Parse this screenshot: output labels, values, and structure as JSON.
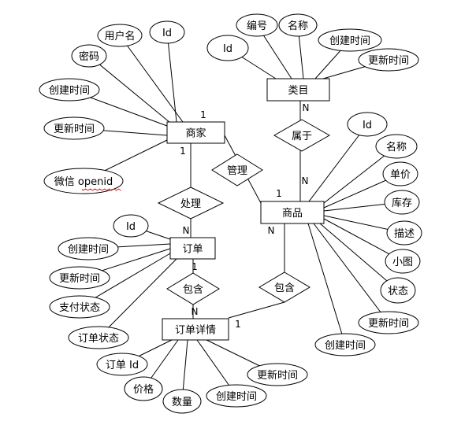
{
  "entities": [
    {
      "name": "类目"
    },
    {
      "name": "商家"
    },
    {
      "name": "商品"
    },
    {
      "name": "订单"
    },
    {
      "name": "订单详情"
    }
  ],
  "relationships": [
    {
      "name": "属于",
      "from": "类目",
      "to": "商品"
    },
    {
      "name": "管理",
      "from": "商家",
      "to": "商品"
    },
    {
      "name": "处理",
      "from": "商家",
      "to": "订单"
    },
    {
      "name": "包含",
      "from": "订单",
      "to": "订单详情"
    },
    {
      "name": "包含",
      "from": "商品",
      "to": "订单详情"
    }
  ],
  "attributes": [
    {
      "label": "用户名",
      "entity": "商家"
    },
    {
      "label": "Id",
      "entity": "商家"
    },
    {
      "label": "密码",
      "entity": "商家"
    },
    {
      "label": "创建时间",
      "entity": "商家"
    },
    {
      "label": "更新时间",
      "entity": "商家"
    },
    {
      "label": "微信 openid",
      "entity": "商家"
    },
    {
      "label": "编号",
      "entity": "类目"
    },
    {
      "label": "名称",
      "entity": "类目"
    },
    {
      "label": "创建时间",
      "entity": "类目"
    },
    {
      "label": "更新时间",
      "entity": "类目"
    },
    {
      "label": "Id",
      "entity": "类目"
    },
    {
      "label": "Id",
      "entity": "商品"
    },
    {
      "label": "名称",
      "entity": "商品"
    },
    {
      "label": "单价",
      "entity": "商品"
    },
    {
      "label": "库存",
      "entity": "商品"
    },
    {
      "label": "描述",
      "entity": "商品"
    },
    {
      "label": "小图",
      "entity": "商品"
    },
    {
      "label": "状态",
      "entity": "商品"
    },
    {
      "label": "更新时间",
      "entity": "商品"
    },
    {
      "label": "创建时间",
      "entity": "商品"
    },
    {
      "label": "Id",
      "entity": "订单"
    },
    {
      "label": "创建时间",
      "entity": "订单"
    },
    {
      "label": "更新时间",
      "entity": "订单"
    },
    {
      "label": "支付状态",
      "entity": "订单"
    },
    {
      "label": "订单状态",
      "entity": "订单"
    },
    {
      "label": "订单 Id",
      "entity": "订单详情"
    },
    {
      "label": "价格",
      "entity": "订单详情"
    },
    {
      "label": "数量",
      "entity": "订单详情"
    },
    {
      "label": "创建时间",
      "entity": "订单详情"
    },
    {
      "label": "更新时间",
      "entity": "订单详情"
    }
  ],
  "cardinalities": [
    "1",
    "1",
    "1",
    "N",
    "N",
    "N",
    "N",
    "1",
    "N",
    "1"
  ]
}
